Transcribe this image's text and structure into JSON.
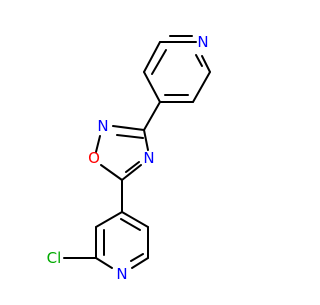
{
  "molecule": {
    "atoms": {
      "n_top": "N",
      "n_oxadiazole_left": "N",
      "o_oxadiazole": "O",
      "n_oxadiazole_right": "N",
      "cl": "Cl",
      "n_bottom": "N"
    },
    "colors": {
      "bond": "#000000",
      "nitrogen": "#0000ff",
      "oxygen": "#ff0000",
      "chlorine": "#00aa00"
    }
  }
}
